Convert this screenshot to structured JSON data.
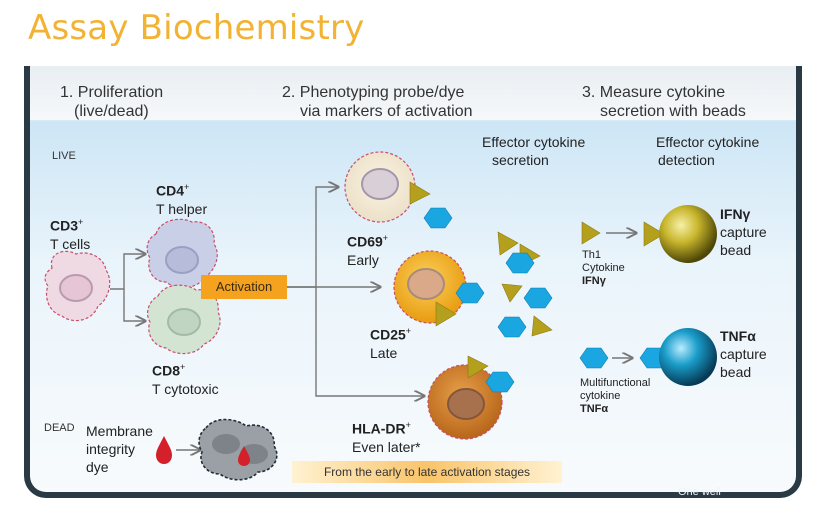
{
  "title": "Assay Biochemistry",
  "steps": [
    {
      "line1": "1. Proliferation",
      "line2": "(live/dead)"
    },
    {
      "line1": "2. Phenotyping probe/dye",
      "line2": "via markers of activation"
    },
    {
      "line1": "3. Measure cytokine",
      "line2": "secretion with beads"
    }
  ],
  "live_label": "LIVE",
  "dead_label": "DEAD",
  "cd3": {
    "marker": "CD3",
    "sup": "+",
    "desc": "T cells"
  },
  "cd4": {
    "marker": "CD4",
    "sup": "+",
    "desc": "T helper"
  },
  "cd8": {
    "marker": "CD8",
    "sup": "+",
    "desc": "T cytotoxic"
  },
  "activation": "Activation",
  "cd69": {
    "marker": "CD69",
    "sup": "+",
    "desc": "Early"
  },
  "cd25": {
    "marker": "CD25",
    "sup": "+",
    "desc": "Late"
  },
  "hladr": {
    "marker": "HLA-DR",
    "sup": "+",
    "desc": "Even later*"
  },
  "membrane": {
    "line1": "Membrane",
    "line2": "integrity",
    "line3": "dye"
  },
  "effector_secretion": {
    "line1": "Effector cytokine",
    "line2": "secretion"
  },
  "effector_detection": {
    "line1": "Effector cytokine",
    "line2": "detection"
  },
  "th1": {
    "line1": "Th1",
    "line2": "Cytokine",
    "line3": "IFNγ"
  },
  "multi": {
    "line1": "Multifunctional",
    "line2": "cytokine",
    "line3": "TNFα"
  },
  "ifn_bead": {
    "name": "IFNγ",
    "line2": "capture",
    "line3": "bead"
  },
  "tnf_bead": {
    "name": "TNFα",
    "line2": "capture",
    "line3": "bead"
  },
  "band": "From the early to late activation stages",
  "one_well": "One well",
  "colors": {
    "title": "#f2b233",
    "frame": "#2a3a45",
    "activation": "#f5a31f",
    "triangle": "#b5a01e",
    "hexagon": "#1aa6e0",
    "blood": "#d4202a"
  }
}
